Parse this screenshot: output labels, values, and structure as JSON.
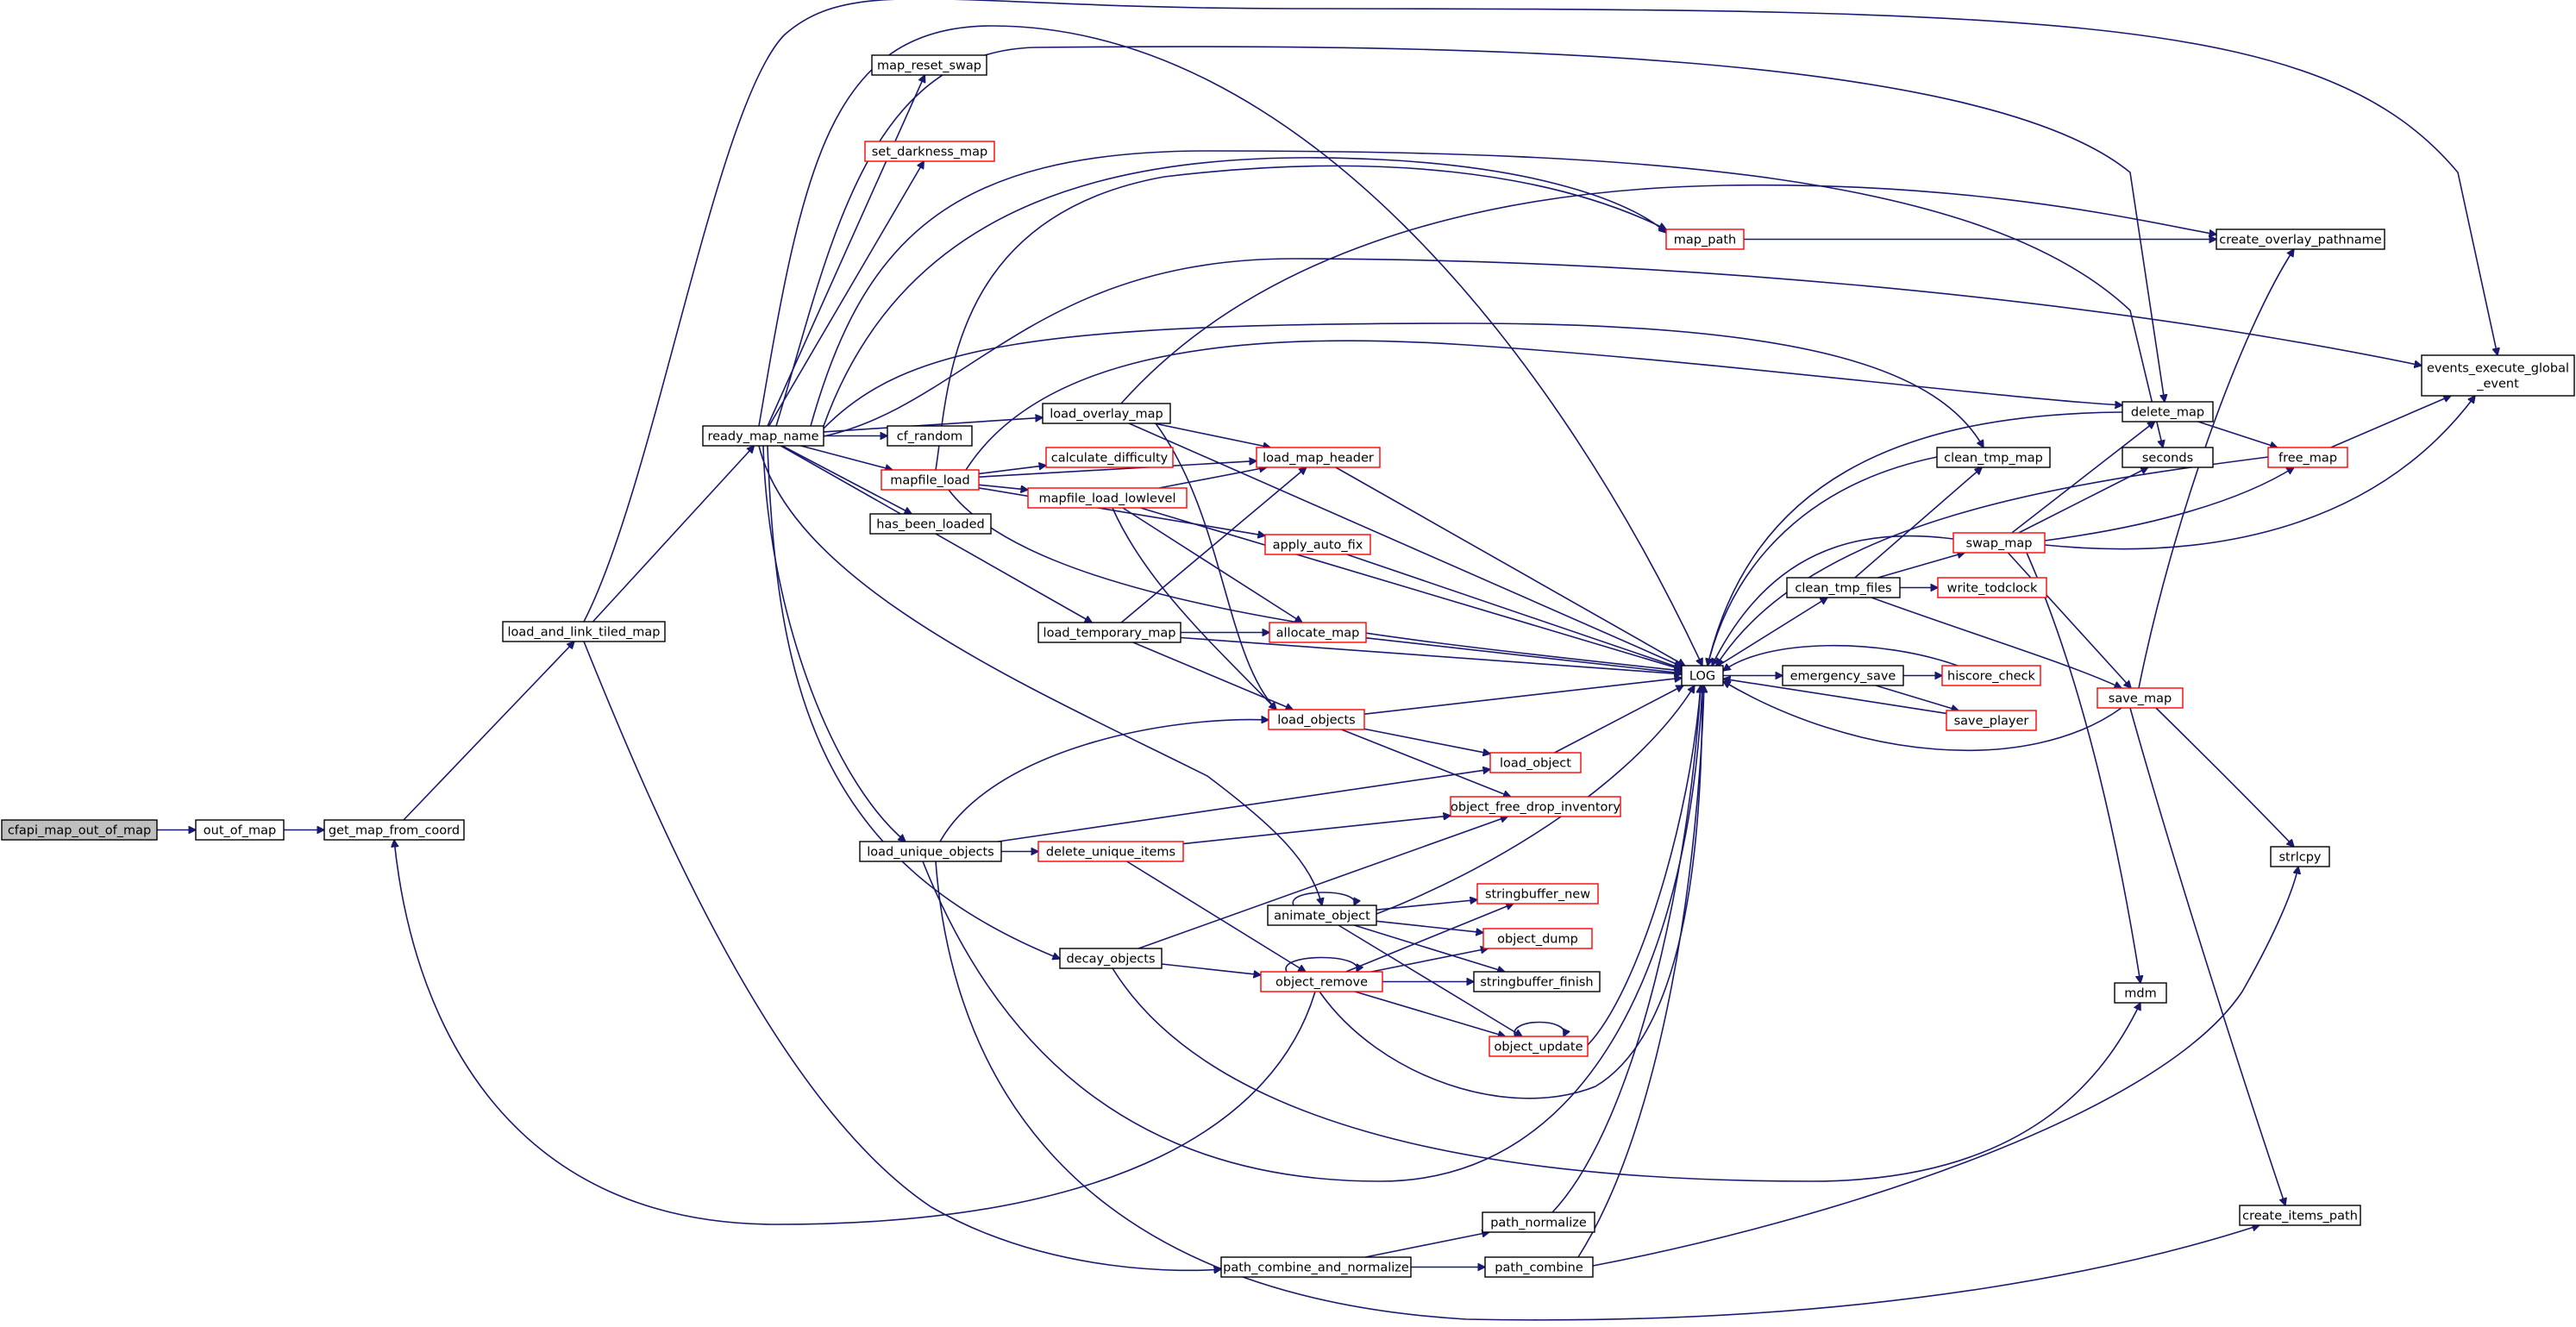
{
  "colors": {
    "edge": "#191970",
    "node_border": "#000000",
    "node_border_incomplete": "#ff0000",
    "root_fill": "#bfbfbf"
  },
  "nodes": {
    "cfapi_map_out_of_map": {
      "label": "cfapi_map_out_of_map",
      "style": "root"
    },
    "out_of_map": {
      "label": "out_of_map",
      "style": "normal"
    },
    "get_map_from_coord": {
      "label": "get_map_from_coord",
      "style": "normal"
    },
    "load_and_link_tiled_map": {
      "label": "load_and_link_tiled_map",
      "style": "normal"
    },
    "ready_map_name": {
      "label": "ready_map_name",
      "style": "normal"
    },
    "map_reset_swap": {
      "label": "map_reset_swap",
      "style": "normal"
    },
    "set_darkness_map": {
      "label": "set_darkness_map",
      "style": "red"
    },
    "map_path": {
      "label": "map_path",
      "style": "red"
    },
    "create_overlay_pathname": {
      "label": "create_overlay_pathname",
      "style": "normal"
    },
    "events_execute_global_event": {
      "label": "events_execute_global\n_event",
      "style": "normal"
    },
    "load_overlay_map": {
      "label": "load_overlay_map",
      "style": "normal"
    },
    "cf_random": {
      "label": "cf_random",
      "style": "normal"
    },
    "mapfile_load": {
      "label": "mapfile_load",
      "style": "red"
    },
    "calculate_difficulty": {
      "label": "calculate_difficulty",
      "style": "red"
    },
    "load_map_header": {
      "label": "load_map_header",
      "style": "red"
    },
    "mapfile_load_lowlevel": {
      "label": "mapfile_load_lowlevel",
      "style": "red"
    },
    "has_been_loaded": {
      "label": "has_been_loaded",
      "style": "normal"
    },
    "apply_auto_fix": {
      "label": "apply_auto_fix",
      "style": "red"
    },
    "load_temporary_map": {
      "label": "load_temporary_map",
      "style": "normal"
    },
    "allocate_map": {
      "label": "allocate_map",
      "style": "red"
    },
    "load_objects": {
      "label": "load_objects",
      "style": "red"
    },
    "load_object": {
      "label": "load_object",
      "style": "red"
    },
    "object_free_drop_inventory": {
      "label": "object_free_drop_inventory",
      "style": "red"
    },
    "load_unique_objects": {
      "label": "load_unique_objects",
      "style": "normal"
    },
    "delete_unique_items": {
      "label": "delete_unique_items",
      "style": "red"
    },
    "animate_object": {
      "label": "animate_object",
      "style": "normal"
    },
    "stringbuffer_new": {
      "label": "stringbuffer_new",
      "style": "red"
    },
    "object_dump": {
      "label": "object_dump",
      "style": "red"
    },
    "stringbuffer_finish": {
      "label": "stringbuffer_finish",
      "style": "normal"
    },
    "decay_objects": {
      "label": "decay_objects",
      "style": "normal"
    },
    "object_remove": {
      "label": "object_remove",
      "style": "red"
    },
    "object_update": {
      "label": "object_update",
      "style": "red"
    },
    "LOG": {
      "label": "LOG",
      "style": "normal"
    },
    "delete_map": {
      "label": "delete_map",
      "style": "normal"
    },
    "clean_tmp_map": {
      "label": "clean_tmp_map",
      "style": "normal"
    },
    "seconds": {
      "label": "seconds",
      "style": "normal"
    },
    "free_map": {
      "label": "free_map",
      "style": "red"
    },
    "swap_map": {
      "label": "swap_map",
      "style": "red"
    },
    "clean_tmp_files": {
      "label": "clean_tmp_files",
      "style": "normal"
    },
    "write_todclock": {
      "label": "write_todclock",
      "style": "red"
    },
    "emergency_save": {
      "label": "emergency_save",
      "style": "normal"
    },
    "hiscore_check": {
      "label": "hiscore_check",
      "style": "red"
    },
    "save_player": {
      "label": "save_player",
      "style": "red"
    },
    "save_map": {
      "label": "save_map",
      "style": "red"
    },
    "strlcpy": {
      "label": "strlcpy",
      "style": "normal"
    },
    "mdm": {
      "label": "mdm",
      "style": "normal"
    },
    "create_items_path": {
      "label": "create_items_path",
      "style": "normal"
    },
    "path_normalize": {
      "label": "path_normalize",
      "style": "normal"
    },
    "path_combine_and_normalize": {
      "label": "path_combine_and_normalize",
      "style": "normal"
    },
    "path_combine": {
      "label": "path_combine",
      "style": "normal"
    }
  },
  "edges": [
    [
      "cfapi_map_out_of_map",
      "out_of_map"
    ],
    [
      "out_of_map",
      "get_map_from_coord"
    ],
    [
      "get_map_from_coord",
      "load_and_link_tiled_map"
    ],
    [
      "load_and_link_tiled_map",
      "ready_map_name"
    ],
    [
      "load_and_link_tiled_map",
      "events_execute_global_event"
    ],
    [
      "load_and_link_tiled_map",
      "path_combine_and_normalize"
    ],
    [
      "ready_map_name",
      "map_reset_swap"
    ],
    [
      "ready_map_name",
      "set_darkness_map"
    ],
    [
      "ready_map_name",
      "map_path"
    ],
    [
      "ready_map_name",
      "load_overlay_map"
    ],
    [
      "ready_map_name",
      "cf_random"
    ],
    [
      "ready_map_name",
      "mapfile_load"
    ],
    [
      "ready_map_name",
      "has_been_loaded"
    ],
    [
      "ready_map_name",
      "load_temporary_map"
    ],
    [
      "ready_map_name",
      "load_unique_objects"
    ],
    [
      "ready_map_name",
      "decay_objects"
    ],
    [
      "ready_map_name",
      "animate_object"
    ],
    [
      "ready_map_name",
      "LOG"
    ],
    [
      "ready_map_name",
      "delete_map"
    ],
    [
      "ready_map_name",
      "seconds"
    ],
    [
      "ready_map_name",
      "clean_tmp_map"
    ],
    [
      "ready_map_name",
      "events_execute_global_event"
    ],
    [
      "map_path",
      "create_overlay_pathname"
    ],
    [
      "load_overlay_map",
      "create_overlay_pathname"
    ],
    [
      "load_overlay_map",
      "load_map_header"
    ],
    [
      "load_overlay_map",
      "load_objects"
    ],
    [
      "load_overlay_map",
      "LOG"
    ],
    [
      "mapfile_load",
      "calculate_difficulty"
    ],
    [
      "mapfile_load",
      "load_map_header"
    ],
    [
      "mapfile_load",
      "mapfile_load_lowlevel"
    ],
    [
      "mapfile_load",
      "apply_auto_fix"
    ],
    [
      "mapfile_load",
      "LOG"
    ],
    [
      "mapfile_load",
      "delete_map"
    ],
    [
      "mapfile_load",
      "map_path"
    ],
    [
      "mapfile_load_lowlevel",
      "load_map_header"
    ],
    [
      "mapfile_load_lowlevel",
      "allocate_map"
    ],
    [
      "mapfile_load_lowlevel",
      "load_objects"
    ],
    [
      "mapfile_load_lowlevel",
      "LOG"
    ],
    [
      "load_map_header",
      "LOG"
    ],
    [
      "apply_auto_fix",
      "LOG"
    ],
    [
      "load_temporary_map",
      "load_map_header"
    ],
    [
      "load_temporary_map",
      "allocate_map"
    ],
    [
      "load_temporary_map",
      "load_objects"
    ],
    [
      "load_temporary_map",
      "LOG"
    ],
    [
      "allocate_map",
      "LOG"
    ],
    [
      "load_objects",
      "LOG"
    ],
    [
      "load_objects",
      "load_object"
    ],
    [
      "load_objects",
      "object_free_drop_inventory"
    ],
    [
      "load_object",
      "LOG"
    ],
    [
      "load_unique_objects",
      "load_objects"
    ],
    [
      "load_unique_objects",
      "load_object"
    ],
    [
      "load_unique_objects",
      "delete_unique_items"
    ],
    [
      "load_unique_objects",
      "LOG"
    ],
    [
      "load_unique_objects",
      "create_items_path"
    ],
    [
      "delete_unique_items",
      "object_free_drop_inventory"
    ],
    [
      "delete_unique_items",
      "object_remove"
    ],
    [
      "decay_objects",
      "object_free_drop_inventory"
    ],
    [
      "decay_objects",
      "object_remove"
    ],
    [
      "decay_objects",
      "mdm"
    ],
    [
      "animate_object",
      "animate_object"
    ],
    [
      "animate_object",
      "stringbuffer_new"
    ],
    [
      "animate_object",
      "object_dump"
    ],
    [
      "animate_object",
      "stringbuffer_finish"
    ],
    [
      "animate_object",
      "object_update"
    ],
    [
      "animate_object",
      "LOG"
    ],
    [
      "object_remove",
      "object_remove"
    ],
    [
      "object_remove",
      "stringbuffer_new"
    ],
    [
      "object_remove",
      "object_dump"
    ],
    [
      "object_remove",
      "stringbuffer_finish"
    ],
    [
      "object_remove",
      "object_update"
    ],
    [
      "object_remove",
      "LOG"
    ],
    [
      "object_remove",
      "get_map_from_coord"
    ],
    [
      "object_update",
      "object_update"
    ],
    [
      "object_update",
      "LOG"
    ],
    [
      "LOG",
      "clean_tmp_files"
    ],
    [
      "LOG",
      "emergency_save"
    ],
    [
      "delete_map",
      "LOG"
    ],
    [
      "delete_map",
      "free_map"
    ],
    [
      "free_map",
      "LOG"
    ],
    [
      "free_map",
      "events_execute_global_event"
    ],
    [
      "clean_tmp_map",
      "LOG"
    ],
    [
      "swap_map",
      "LOG"
    ],
    [
      "swap_map",
      "delete_map"
    ],
    [
      "swap_map",
      "seconds"
    ],
    [
      "swap_map",
      "free_map"
    ],
    [
      "swap_map",
      "save_map"
    ],
    [
      "swap_map",
      "mdm"
    ],
    [
      "swap_map",
      "events_execute_global_event"
    ],
    [
      "clean_tmp_files",
      "clean_tmp_map"
    ],
    [
      "clean_tmp_files",
      "swap_map"
    ],
    [
      "clean_tmp_files",
      "write_todclock"
    ],
    [
      "clean_tmp_files",
      "save_map"
    ],
    [
      "emergency_save",
      "hiscore_check"
    ],
    [
      "emergency_save",
      "save_player"
    ],
    [
      "hiscore_check",
      "LOG"
    ],
    [
      "save_player",
      "LOG"
    ],
    [
      "save_map",
      "LOG"
    ],
    [
      "save_map",
      "create_overlay_pathname"
    ],
    [
      "save_map",
      "strlcpy"
    ],
    [
      "save_map",
      "create_items_path"
    ],
    [
      "path_combine_and_normalize",
      "path_normalize"
    ],
    [
      "path_combine_and_normalize",
      "path_combine"
    ],
    [
      "path_normalize",
      "LOG"
    ],
    [
      "path_combine",
      "LOG"
    ],
    [
      "path_combine",
      "strlcpy"
    ]
  ]
}
